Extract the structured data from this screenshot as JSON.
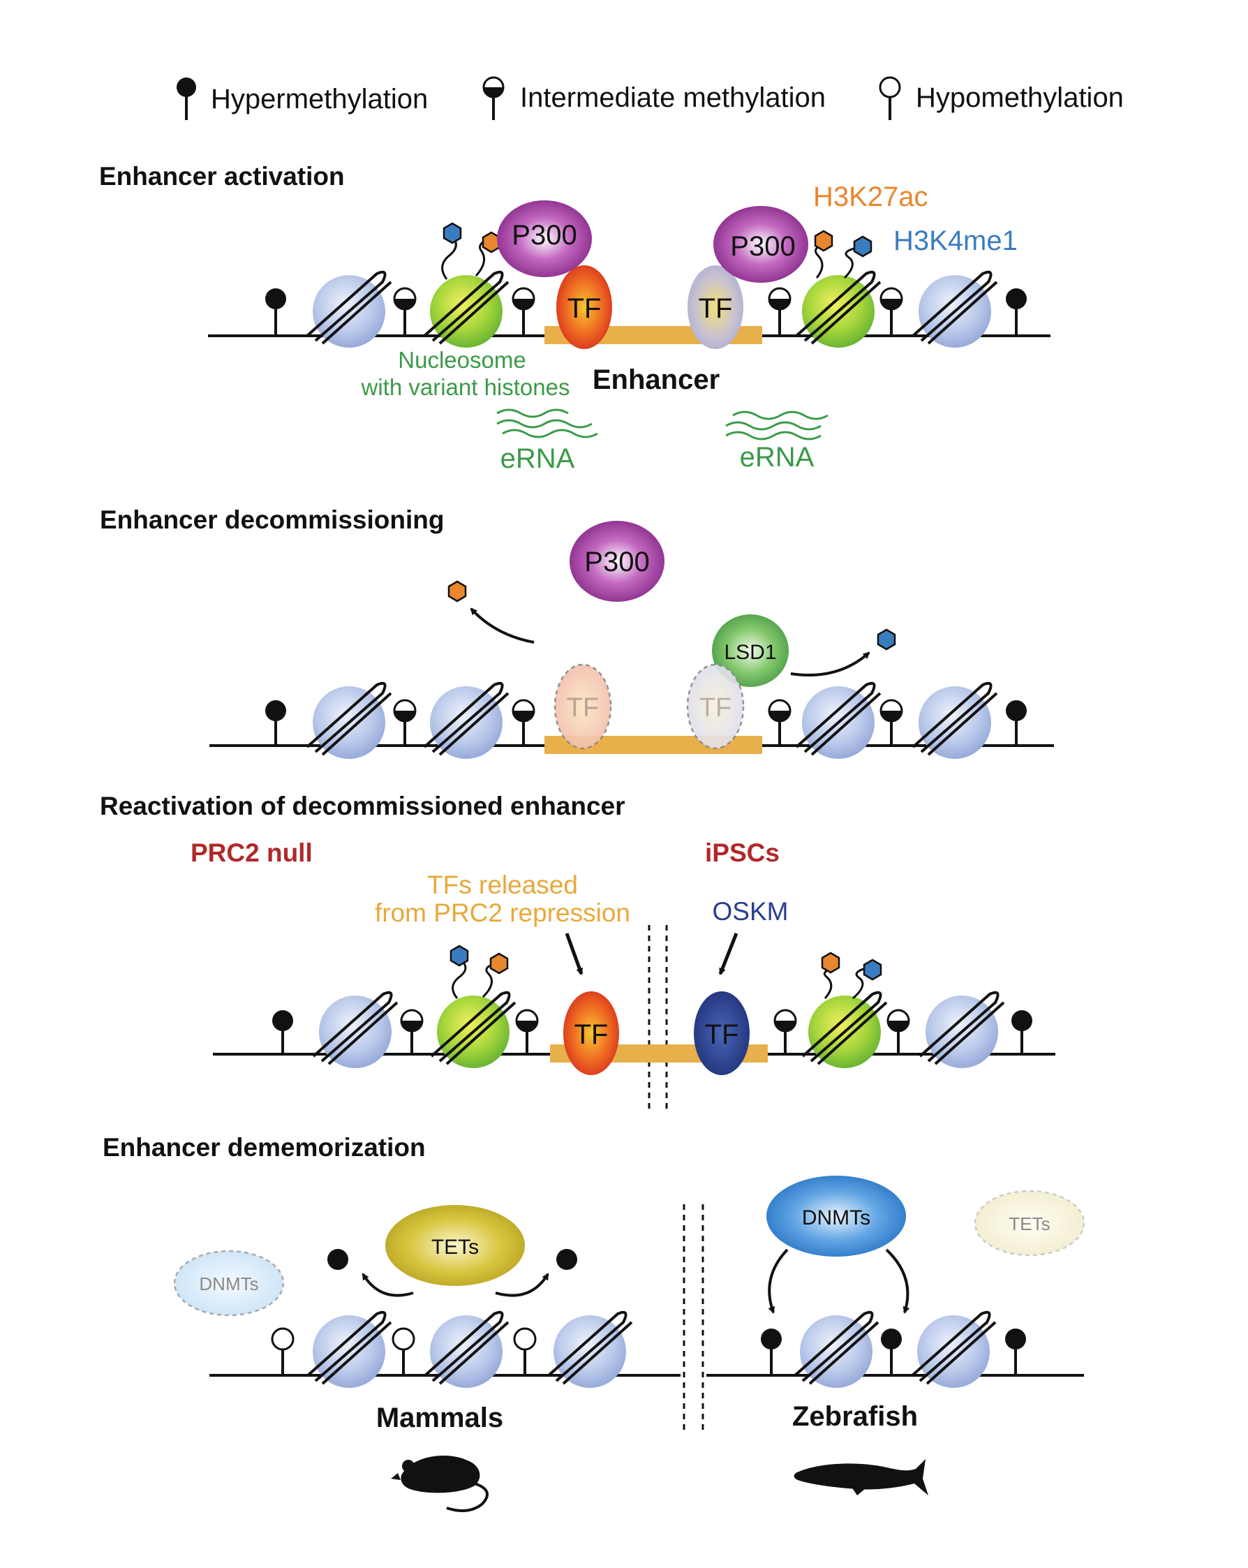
{
  "colors": {
    "line": "#111111",
    "enhancer_bar": "#e8b04a",
    "nucleosome": "#b9c8ea",
    "variant_nucleosome": "#9bd03f",
    "tf_red": "#e23a1c",
    "tf_lavender": "#b5b3da",
    "tf_blue": "#2a3f8f",
    "p300": "#8e2a8e",
    "lsd1": "#4fa54a",
    "tets": "#c8b226",
    "dnmts": "#2f80d0",
    "h3k27ac": "#e8872e",
    "h3k4me1": "#3a7cc0",
    "green_text": "#3b9a47",
    "orange_text": "#e8a83a",
    "navy_text": "#2a3f8f",
    "red_text": "#b0282a"
  },
  "legend": {
    "hyper": "Hypermethylation",
    "intermediate": "Intermediate methylation",
    "hypo": "Hypomethylation"
  },
  "sections": {
    "activation": "Enhancer activation",
    "decommissioning": "Enhancer decommissioning",
    "reactivation": "Reactivation of decommissioned enhancer",
    "dememorization": "Enhancer dememorization"
  },
  "activation": {
    "p300": "P300",
    "tf": "TF",
    "h3k27ac": "H3K27ac",
    "h3k4me1": "H3K4me1",
    "nucleosome_line1": "Nucleosome",
    "nucleosome_line2": "with variant histones",
    "enhancer": "Enhancer",
    "erna": "eRNA"
  },
  "decommissioning": {
    "p300": "P300",
    "lsd1": "LSD1",
    "tf": "TF"
  },
  "reactivation": {
    "prc2_null": "PRC2 null",
    "ipscs": "iPSCs",
    "tfs_line1": "TFs released",
    "tfs_line2": "from PRC2 repression",
    "oskm": "OSKM",
    "tf": "TF"
  },
  "dememorization": {
    "tets": "TETs",
    "dnmts": "DNMTs",
    "mammals": "Mammals",
    "zebrafish": "Zebrafish"
  }
}
